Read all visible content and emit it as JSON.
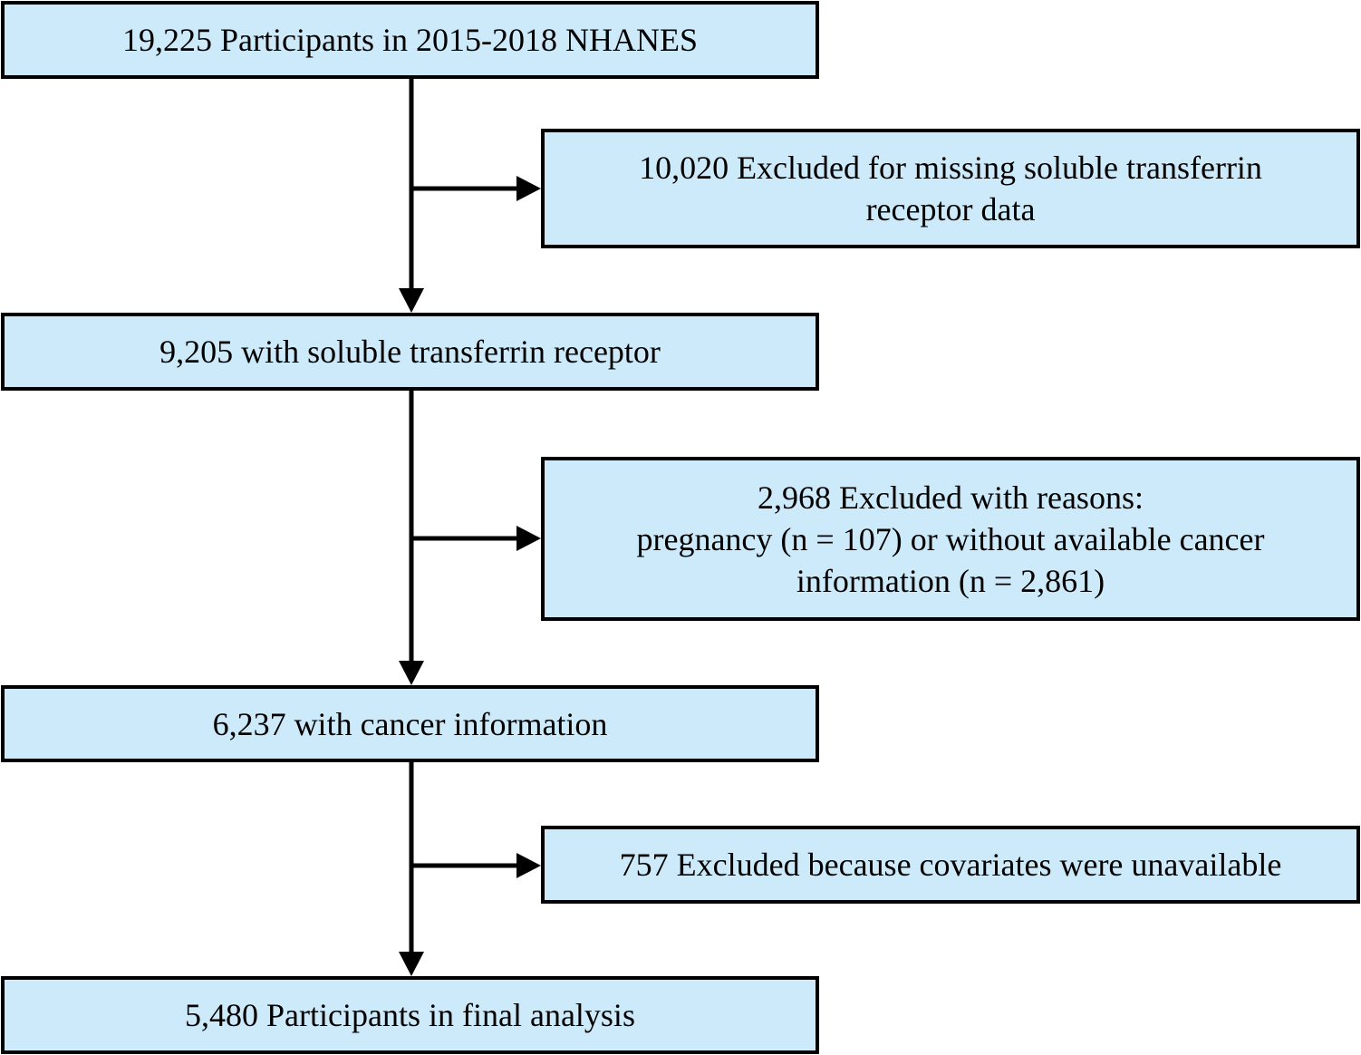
{
  "colors": {
    "box_fill": "#cdeafb",
    "box_border": "#000000",
    "arrow": "#000000"
  },
  "flow": {
    "step1": {
      "lines": [
        "19,225 Participants in 2015-2018 NHANES"
      ]
    },
    "exclusion1": {
      "lines": [
        "10,020 Excluded for missing soluble transferrin",
        "receptor data"
      ]
    },
    "step2": {
      "lines": [
        "9,205 with soluble transferrin receptor"
      ]
    },
    "exclusion2": {
      "lines": [
        "2,968 Excluded with reasons:",
        "pregnancy (n = 107) or without available cancer",
        "information (n = 2,861)"
      ]
    },
    "step3": {
      "lines": [
        "6,237 with cancer information"
      ]
    },
    "exclusion3": {
      "lines": [
        "757 Excluded because covariates were unavailable"
      ]
    },
    "step4": {
      "lines": [
        "5,480 Participants in final analysis"
      ]
    }
  }
}
